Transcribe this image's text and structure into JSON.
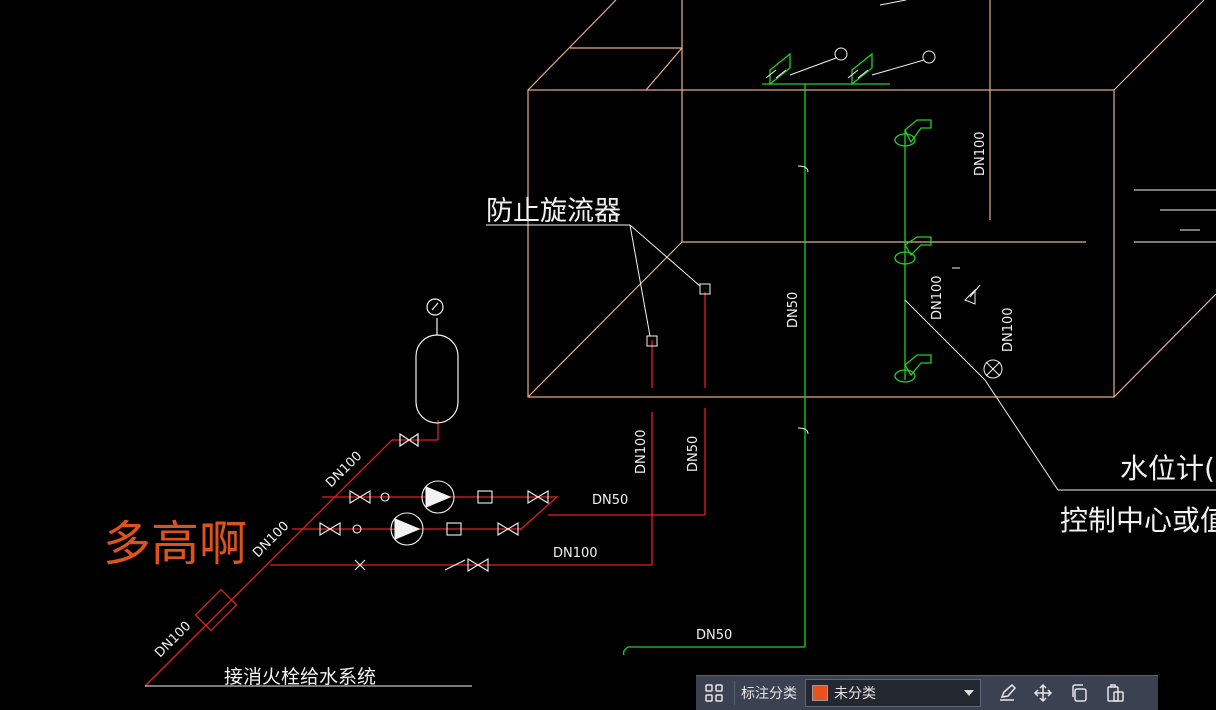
{
  "colors": {
    "background": "#000000",
    "box_lines": "#e6b08a",
    "pipe_red": "#e02020",
    "pipe_green": "#20d020",
    "white": "#f2f2f2",
    "annotation_orange": "#e0521c",
    "category_swatch": "#e8501e"
  },
  "drawing": {
    "labels": {
      "anti_vortex": "防止旋流器",
      "annotation_big": "多高啊",
      "fire_hydrant_connection": "接消火栓给水系统",
      "level_meter": "水位计(有",
      "control_center": "控制中心或值班"
    },
    "pipe_sizes": {
      "riser_dn100_left": "DN100",
      "riser_dn50_left": "DN50",
      "green_dn50_vertical": "DN50",
      "tank_dn100_upper": "DN100",
      "tank_dn100_mid": "DN100",
      "tank_dn100_right": "DN100",
      "diag_dn100_top": "DN100",
      "diag_dn100_mid": "DN100",
      "diag_dn100_bottom": "DN100",
      "pump_line_dn50": "DN50",
      "pump_line_dn100": "DN100",
      "green_dn50_bottom": "DN50"
    }
  },
  "toolbar": {
    "category_label": "标注分类",
    "category_value": "未分类",
    "icons": [
      "grid-icon",
      "edit-icon",
      "move-icon",
      "copy-icon",
      "paste-icon"
    ]
  }
}
